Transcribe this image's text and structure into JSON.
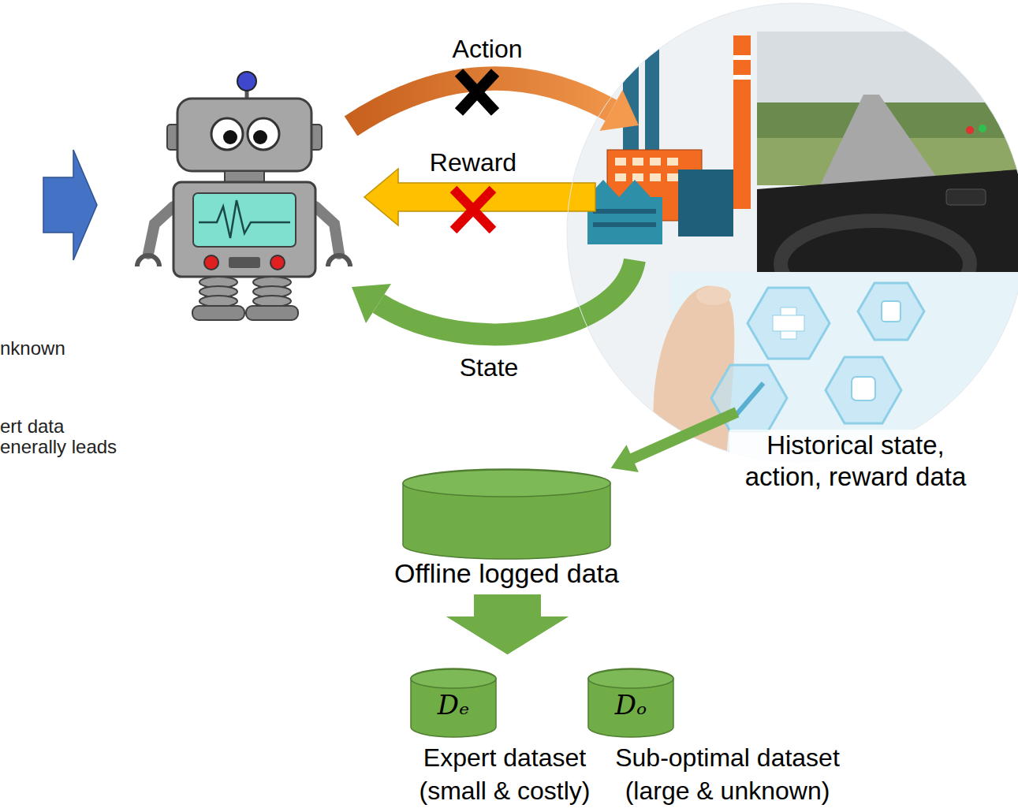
{
  "diagram": {
    "nodes": [
      {
        "text": [
          "Historical state, action, reward data"
        ]
      },
      {
        "text": [
          "Offline logged data"
        ]
      },
      {
        "text": [
          "Dₑ",
          "Expert dataset (small & costly)"
        ]
      },
      {
        "text": [
          "Dₒ",
          "Sub-optimal dataset (large & unknown)"
        ]
      }
    ],
    "edges": [
      {
        "from": 0,
        "to": 1,
        "arrow": "to"
      },
      {
        "from": 1,
        "to": 2,
        "arrow": "to"
      },
      {
        "from": 1,
        "to": 3,
        "arrow": "to"
      }
    ],
    "labels": [
      "Action",
      "Reward",
      "State",
      "nknown",
      "ert data",
      "enerally leads"
    ]
  }
}
